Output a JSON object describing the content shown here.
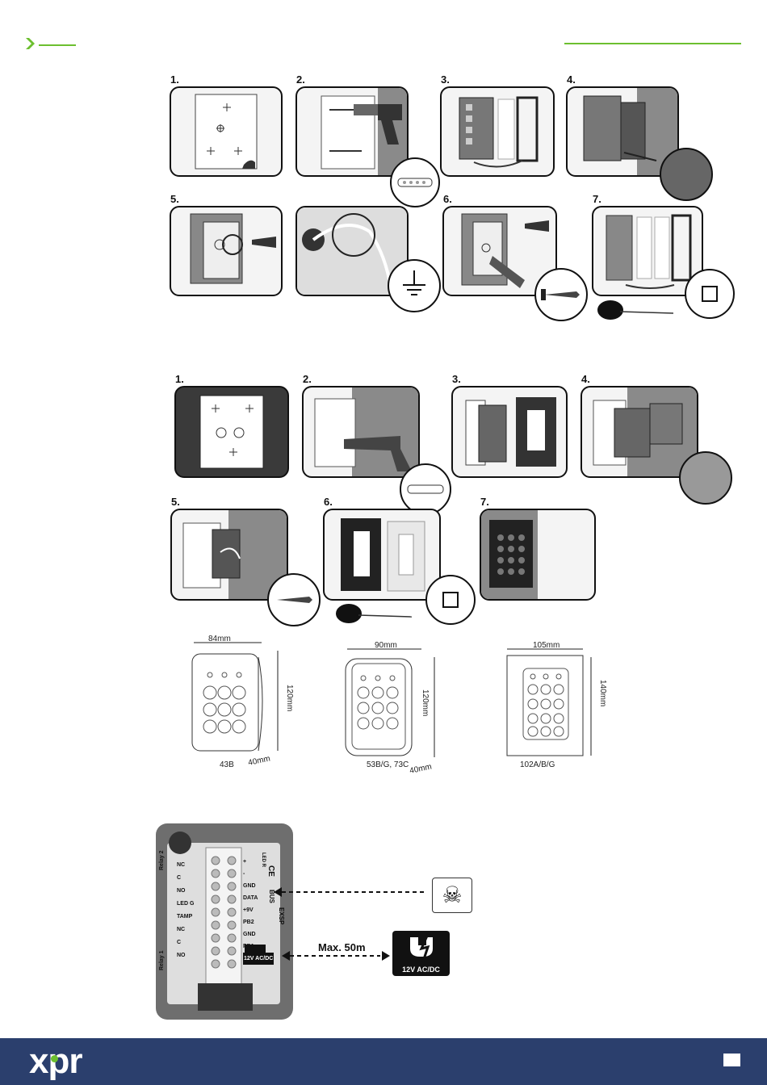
{
  "header": {
    "accent_color": "#6cbf2f"
  },
  "section1": {
    "steps": [
      "1.",
      "2.",
      "3.",
      "4.",
      "5.",
      "6.",
      "7."
    ]
  },
  "section2": {
    "steps": [
      "1.",
      "2.",
      "3.",
      "4.",
      "5.",
      "6.",
      "7."
    ]
  },
  "dimensions": {
    "models": [
      {
        "width": "84mm",
        "height": "120mm",
        "depth": "40mm",
        "label": "43B"
      },
      {
        "width": "90mm",
        "height": "120mm",
        "depth": "40mm",
        "label": "53B/G, 73C"
      },
      {
        "width": "105mm",
        "height": "140mm",
        "label": "102A/B/G"
      }
    ]
  },
  "wiring": {
    "max_label": "Max. 50m",
    "power_label": "12V AC/DC",
    "warning_icon": "skull-crossbones-icon",
    "power_icon": "power-plug-icon",
    "terminals_left": [
      "NC",
      "C",
      "NO",
      "LED G",
      "TAMP",
      "NC",
      "C",
      "NO"
    ],
    "terminals_right": [
      "+",
      "-",
      "GND",
      "DATA",
      "+9V",
      "PB2",
      "GND",
      "PB1",
      "12V AC/DC"
    ],
    "board_labels": [
      "Relay 2",
      "Relay 1",
      "BUS",
      "EXSP",
      "LED R",
      "CE"
    ]
  },
  "footer": {
    "brand": "xpr",
    "background": "#2b3f6d"
  }
}
